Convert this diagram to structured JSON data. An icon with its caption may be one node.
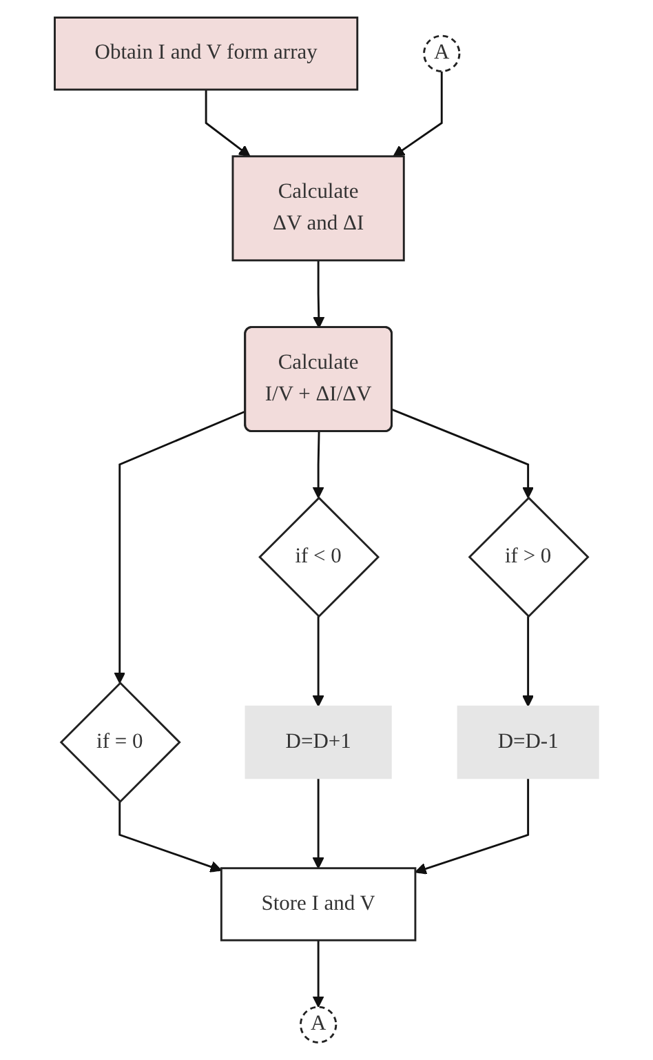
{
  "diagram": {
    "nodes": [
      {
        "text": [
          "Obtain I and V form array"
        ]
      },
      {
        "text": [
          "A"
        ]
      },
      {
        "text": [
          "Calculate",
          "ΔV and ΔI"
        ]
      },
      {
        "text": [
          "Calculate",
          "I/V + ΔI/ΔV"
        ]
      },
      {
        "text": [
          "if < 0"
        ]
      },
      {
        "text": [
          "if = 0"
        ]
      },
      {
        "text": [
          "if > 0"
        ]
      },
      {
        "text": [
          "D=D+1"
        ]
      },
      {
        "text": [
          "D=D-1"
        ]
      },
      {
        "text": [
          "Store I and V"
        ]
      },
      {
        "text": [
          "A"
        ]
      }
    ],
    "edges": [
      {
        "from": 0,
        "to": 2,
        "arrow": "to"
      },
      {
        "from": 1,
        "to": 2,
        "arrow": "to"
      },
      {
        "from": 2,
        "to": 3,
        "arrow": "to"
      },
      {
        "from": 3,
        "to": 4,
        "arrow": "to"
      },
      {
        "from": 3,
        "to": 5,
        "arrow": "to"
      },
      {
        "from": 3,
        "to": 6,
        "arrow": "to"
      },
      {
        "from": 4,
        "to": 7,
        "arrow": "to"
      },
      {
        "from": 5,
        "to": 9,
        "arrow": "to"
      },
      {
        "from": 6,
        "to": 8,
        "arrow": "to"
      },
      {
        "from": 7,
        "to": 9,
        "arrow": "to"
      },
      {
        "from": 8,
        "to": 9,
        "arrow": "to"
      },
      {
        "from": 9,
        "to": 10,
        "arrow": "to"
      }
    ]
  }
}
